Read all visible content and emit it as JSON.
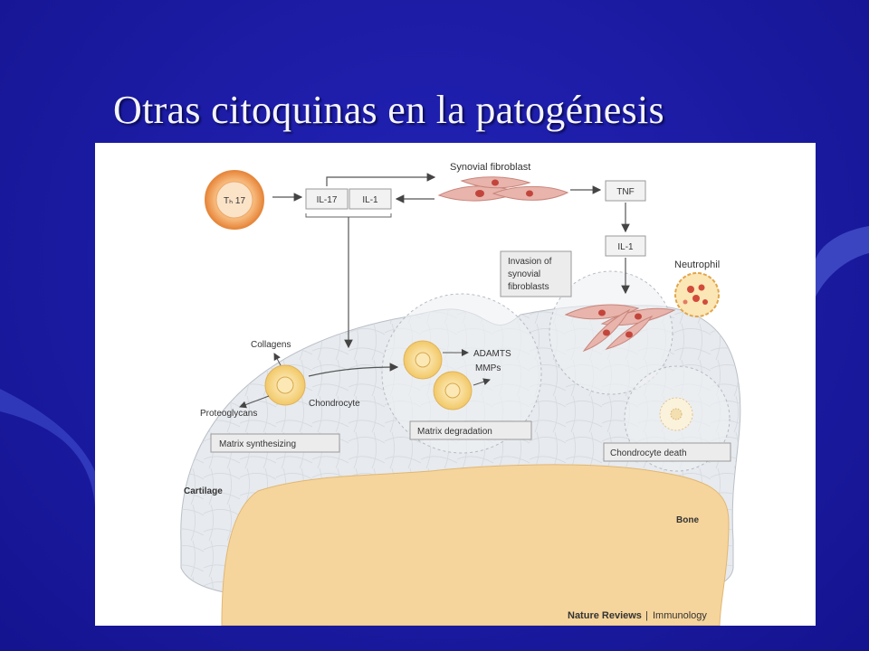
{
  "slide": {
    "title": "Otras citoquinas en la patogénesis"
  },
  "diagram": {
    "th17": "Tₕ 17",
    "il17": "IL-17",
    "il1_box": "IL-1",
    "synovial_fibroblast": "Synovial fibroblast",
    "tnf": "TNF",
    "il1_right": "IL-1",
    "invasion": [
      "Invasion of",
      "synovial",
      "fibroblasts"
    ],
    "neutrophil": "Neutrophil",
    "collagens": "Collagens",
    "proteoglycans": "Proteoglycans",
    "chondrocyte": "Chondrocyte",
    "adamts": "ADAMTS",
    "mmps": "MMPs",
    "matrix_synthesizing": "Matrix synthesizing",
    "matrix_degradation": "Matrix degradation",
    "chondrocyte_death": "Chondrocyte death",
    "cartilage": "Cartilage",
    "bone": "Bone",
    "credit_journal": "Nature Reviews",
    "credit_section": "Immunology"
  },
  "colors": {
    "background": "#1c1ca8",
    "title": "#f4f4ff",
    "cartilage": "#e9ecef",
    "bone": "#f5d49b",
    "cell_yellow": "#f7d98a",
    "fibroblast": "#e8b4ac",
    "th17": "#f0a860"
  }
}
